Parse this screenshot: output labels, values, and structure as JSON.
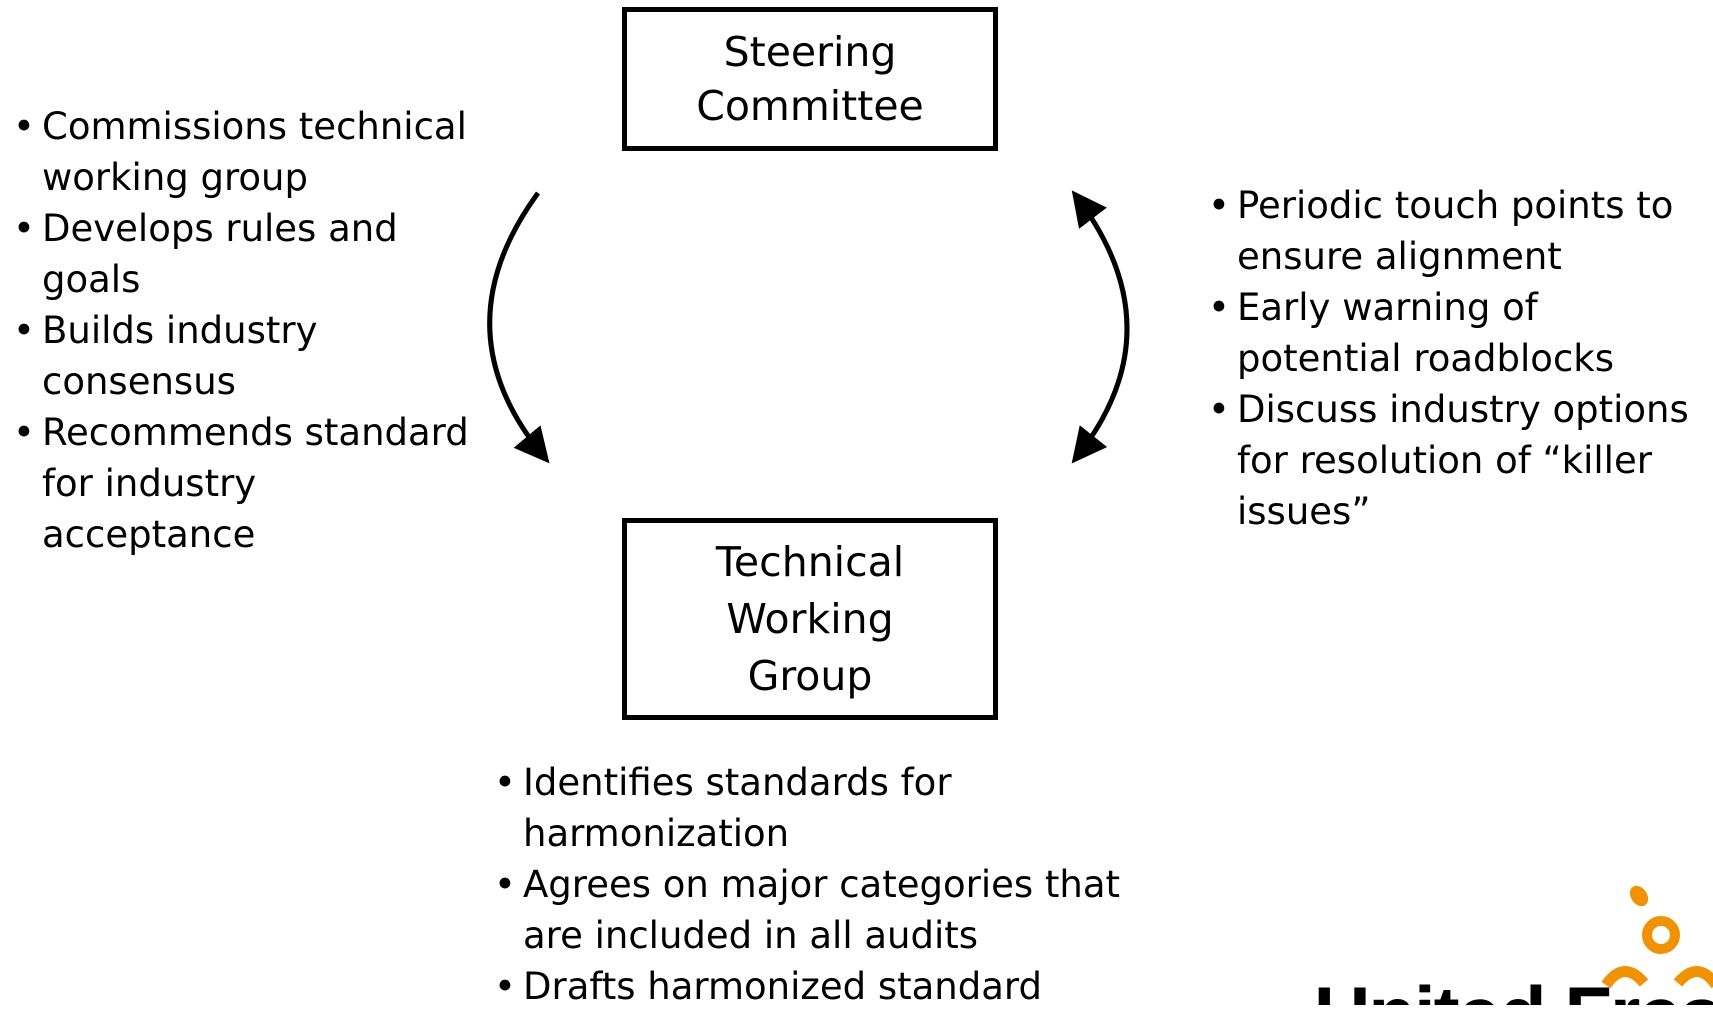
{
  "diagram": {
    "nodes": {
      "steering": {
        "lines": [
          "Steering",
          "Committee"
        ]
      },
      "twg": {
        "lines": [
          "Technical",
          "Working",
          "Group"
        ]
      }
    },
    "lists": {
      "left": [
        "Commissions technical working group",
        "Develops rules and goals",
        "Builds industry consensus",
        "Recommends standard for industry acceptance"
      ],
      "right": [
        "Periodic touch points to ensure alignment",
        "Early warning of potential roadblocks",
        "Discuss industry options for resolution of “killer issues”"
      ],
      "bottom": [
        "Identifies standards for harmonization",
        "Agrees on major categories that are included in all audits",
        "Drafts harmonized standard"
      ]
    },
    "edges": [
      {
        "from": "steering",
        "to": "twg",
        "direction": "one-way"
      },
      {
        "from": "steering",
        "to": "twg",
        "direction": "two-way"
      }
    ]
  },
  "logo": {
    "text": "United Fres",
    "colors": {
      "orange": "#f39200",
      "text": "#000000"
    }
  }
}
